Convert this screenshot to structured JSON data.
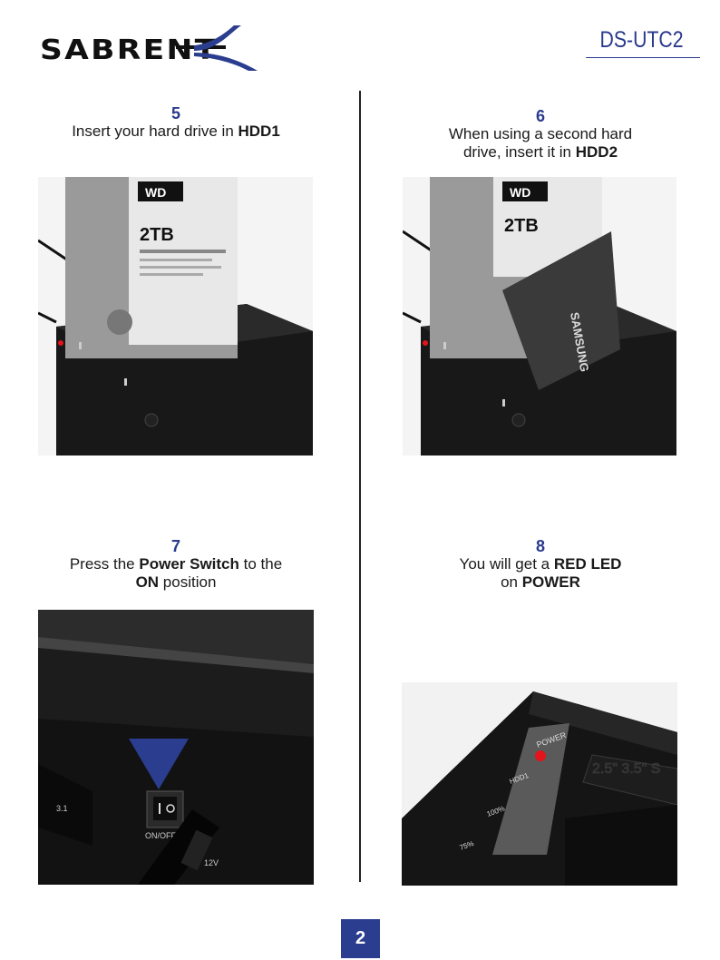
{
  "header": {
    "brand": "SABRENT",
    "model": "DS-UTC2"
  },
  "steps": [
    {
      "number": "5",
      "text_pre": "Insert your hard drive in ",
      "bold1": "HDD1",
      "text_mid": "",
      "bold2": "",
      "text_post": ""
    },
    {
      "number": "6",
      "text_pre": "When using a second hard drive, insert it in ",
      "bold1": "HDD2",
      "text_mid": "",
      "bold2": "",
      "text_post": ""
    },
    {
      "number": "7",
      "text_pre": "Press the ",
      "bold1": "Power Switch",
      "text_mid": " to the ",
      "bold2": "ON",
      "text_post": " position"
    },
    {
      "number": "8",
      "text_pre": "You will get a ",
      "bold1": "RED LED",
      "text_mid": " on ",
      "bold2": "POWER",
      "text_post": ""
    }
  ],
  "photos": {
    "dock_labels": {
      "drive_brand": "WD",
      "capacity": "2TB",
      "ssd_brand": "SAMSUNG"
    },
    "switch_labels": {
      "switch": "ON/OFF",
      "dc": "12V",
      "port": "3.1"
    },
    "led_labels": {
      "power": "POWER",
      "hdd1": "HDD1",
      "p100": "100%",
      "p75": "75%",
      "bays": "2.5\" 3.5\" S"
    }
  },
  "footer": {
    "page_number": "2"
  },
  "colors": {
    "accent": "#2b3d8e",
    "led_red": "#e3141b"
  }
}
